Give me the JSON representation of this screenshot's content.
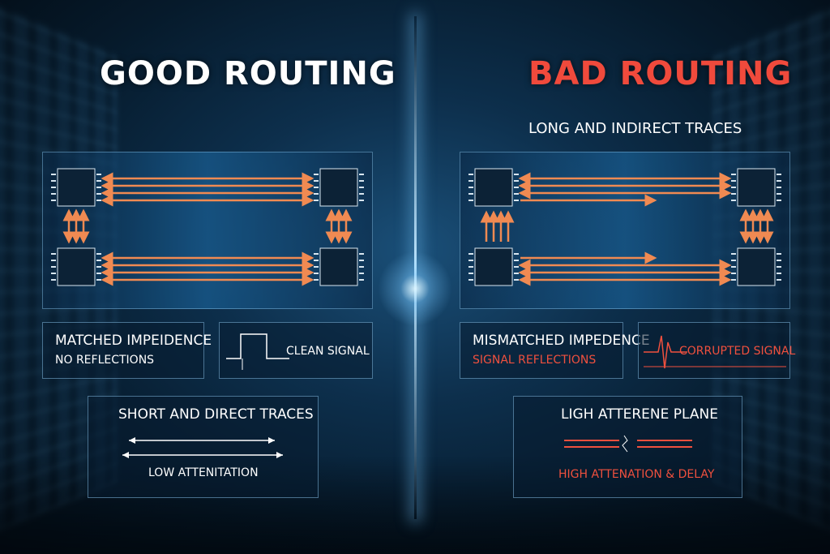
{
  "left": {
    "heading": "GOOD ROUTING",
    "box_impedance": {
      "title": "MATCHED IMPEIDENCE",
      "subtitle": "NO REFLECTIONS"
    },
    "box_signal": {
      "label": "CLEAN SIGNAL"
    },
    "box_traces": {
      "title": "SHORT AND DIRECT TRACES",
      "caption": "LOW ATTENITATION"
    }
  },
  "right": {
    "heading": "BAD ROUTING",
    "subheading": "LONG AND INDIRECT TRACES",
    "box_impedance": {
      "title": "MISMATCHED IMPEDENCE",
      "subtitle": "SIGNAL REFLECTIONS"
    },
    "box_signal": {
      "label": "CORRUPTED SIGNAL"
    },
    "box_plane": {
      "title": "LIGH ATTERENE PLANE",
      "caption": "HIGH ATTENATION & DELAY"
    }
  },
  "colors": {
    "good_heading": "#ffffff",
    "bad_heading": "#f04a3c",
    "trace": "#f08a52",
    "accent_red": "#f0503e"
  },
  "icons": {
    "chip": "ic-chip-icon",
    "signal_square": "square-wave-icon",
    "signal_noise": "noise-spike-icon",
    "double_arrow": "double-arrow-icon",
    "broken_trace": "broken-trace-icon"
  }
}
